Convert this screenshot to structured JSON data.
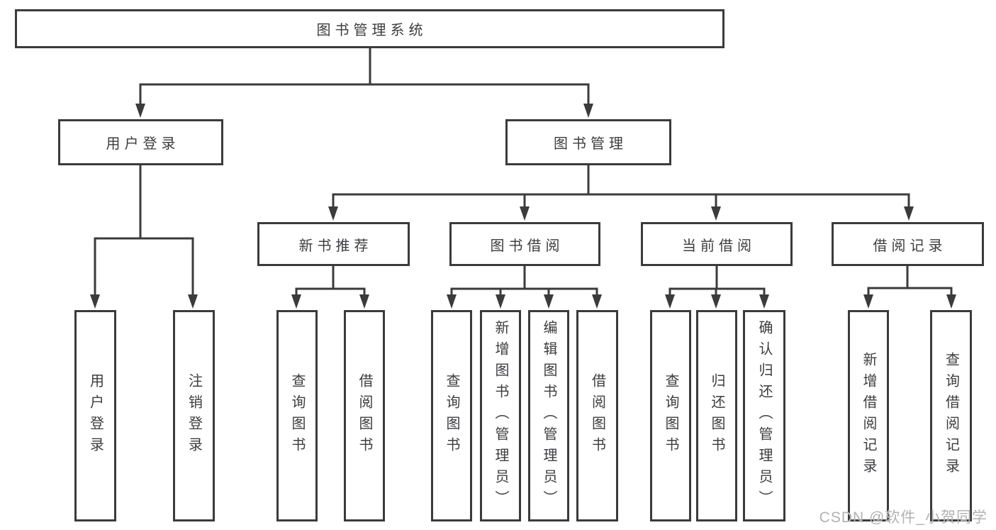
{
  "tree": {
    "root": {
      "label": "图书管理系统",
      "children": [
        {
          "label": "用户登录",
          "children": [
            {
              "label": "用户登录"
            },
            {
              "label": "注销登录"
            }
          ]
        },
        {
          "label": "图书管理",
          "children": [
            {
              "label": "新书推荐",
              "children": [
                {
                  "label": "查询图书"
                },
                {
                  "label": "借阅图书"
                }
              ]
            },
            {
              "label": "图书借阅",
              "children": [
                {
                  "label": "查询图书"
                },
                {
                  "label": "新增图书（管理员）"
                },
                {
                  "label": "编辑图书（管理员）"
                },
                {
                  "label": "借阅图书"
                }
              ]
            },
            {
              "label": "当前借阅",
              "children": [
                {
                  "label": "查询图书"
                },
                {
                  "label": "归还图书"
                },
                {
                  "label": "确认归还（管理员）"
                }
              ]
            },
            {
              "label": "借阅记录",
              "children": [
                {
                  "label": "新增借阅记录"
                },
                {
                  "label": "查询借阅记录"
                }
              ]
            }
          ]
        }
      ]
    }
  },
  "watermark": {
    "text": "CSDN @软件_小贺同学"
  },
  "colors": {
    "line": "#3b3b3d",
    "text": "#3d3d40",
    "watermark": "#b2b2b2",
    "bg": "#ffffff"
  }
}
